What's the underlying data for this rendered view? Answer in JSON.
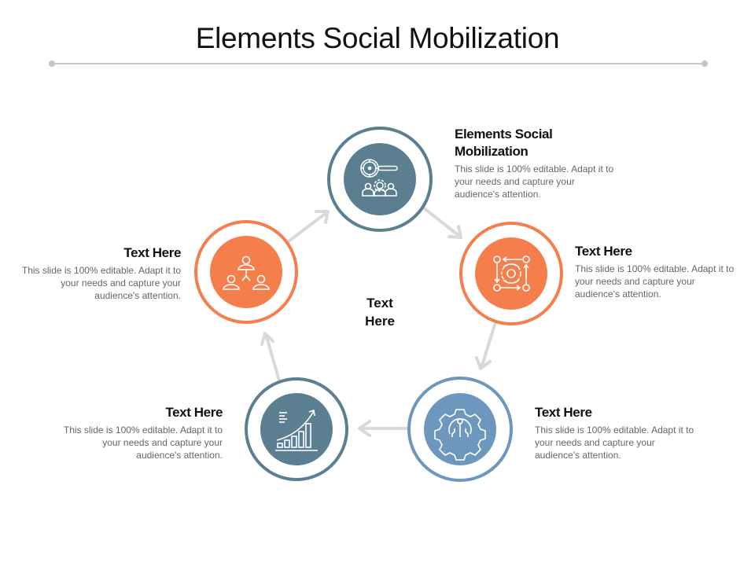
{
  "slide": {
    "title": "Elements Social Mobilization",
    "center_label": "Text Here"
  },
  "colors": {
    "slate": "#5b7f91",
    "orange": "#f47f4c",
    "blue": "#6e97bd",
    "arrow": "#d9d9d9",
    "rule": "#c8c8c8"
  },
  "nodes": [
    {
      "id": "top",
      "icon": "search-target-team-icon",
      "color": "slate",
      "heading": "Elements Social Mobilization",
      "body": "This slide is 100% editable. Adapt it to your needs and capture your audience's attention."
    },
    {
      "id": "right",
      "icon": "process-cycle-gear-icon",
      "color": "orange",
      "heading": "Text Here",
      "body": "This slide is 100% editable. Adapt it to your needs and capture your audience's attention."
    },
    {
      "id": "bottom-right",
      "icon": "gear-circuit-icon",
      "color": "blue",
      "heading": "Text Here",
      "body": "This slide is 100% editable. Adapt it to your needs and capture your audience's attention."
    },
    {
      "id": "bottom-left",
      "icon": "growth-chart-icon",
      "color": "slate",
      "heading": "Text Here",
      "body": "This slide is 100% editable. Adapt it to your needs and capture your audience's attention."
    },
    {
      "id": "left",
      "icon": "team-hierarchy-icon",
      "color": "orange",
      "heading": "Text Here",
      "body": "This slide is 100% editable. Adapt it to your needs and capture your audience's attention."
    }
  ]
}
